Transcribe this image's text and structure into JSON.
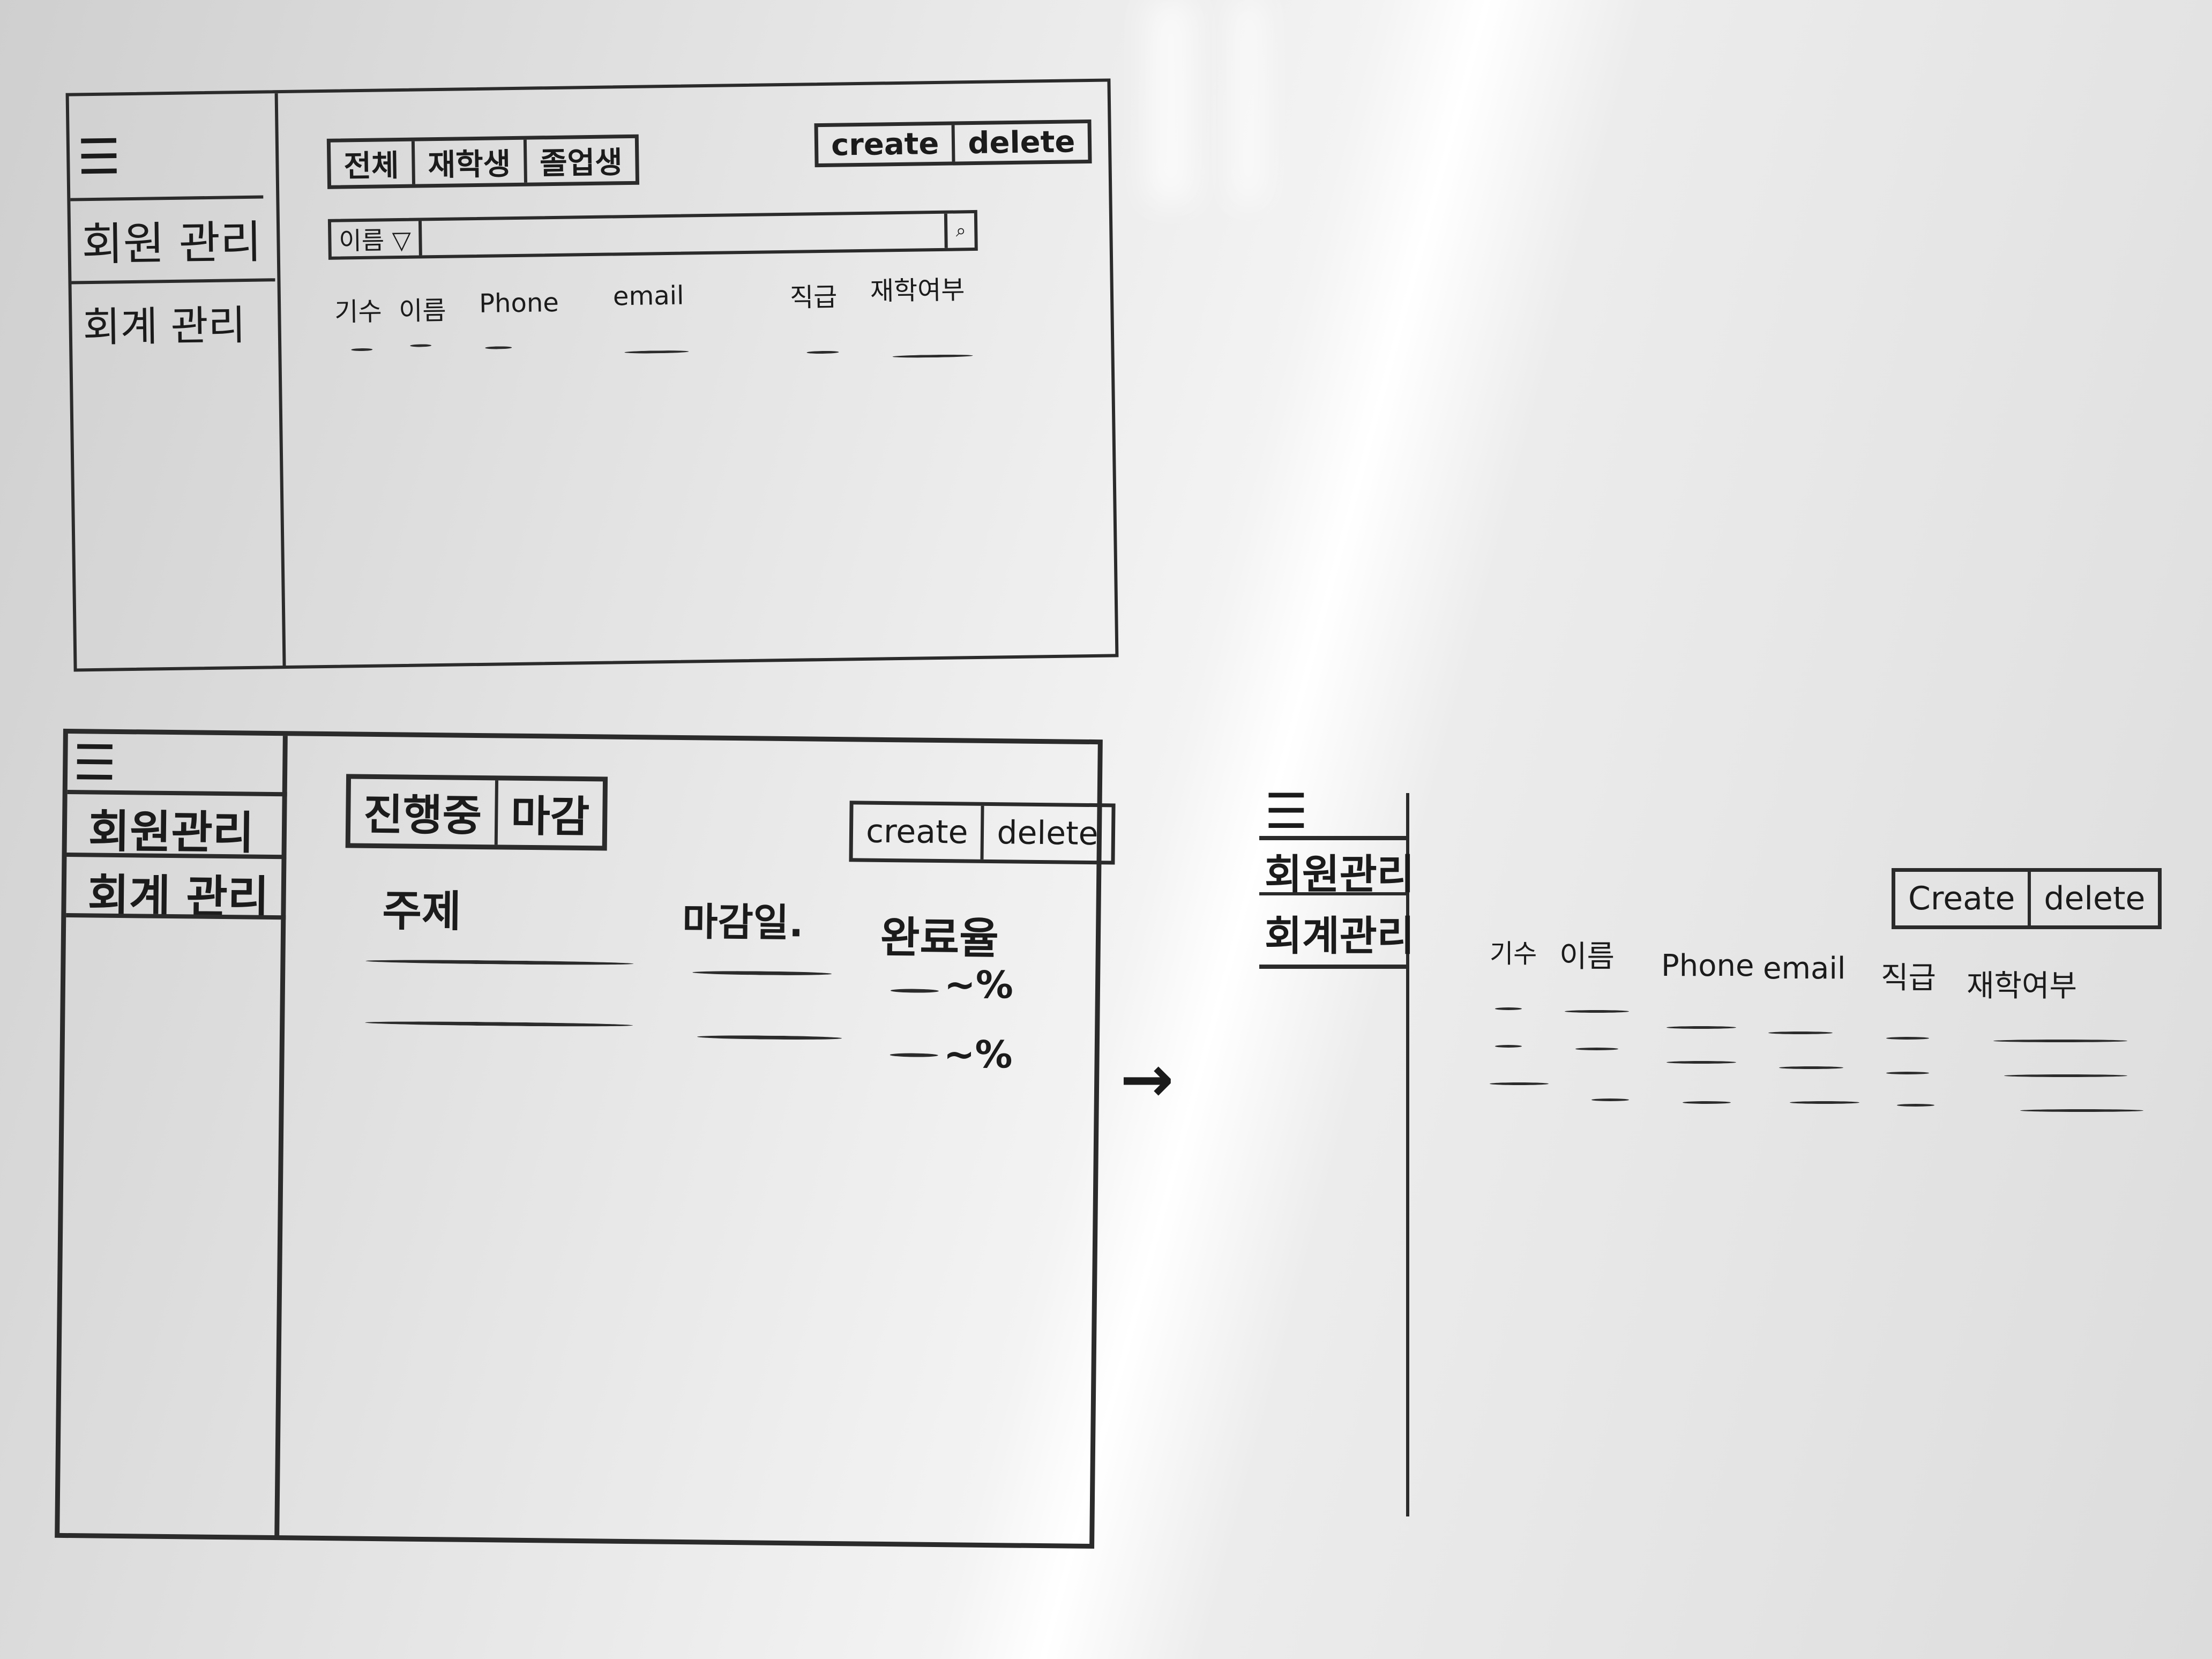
{
  "sketch1": {
    "menu_icon": "hamburger-icon",
    "sidebar": [
      "회원 관리",
      "회계 관리"
    ],
    "filter_tabs": [
      "전체",
      "재학생",
      "졸업생"
    ],
    "actions": [
      "create",
      "delete"
    ],
    "search": {
      "field": "이름 ▽",
      "go_icon": "search-icon"
    },
    "columns": [
      "기수",
      "이름",
      "Phone",
      "email",
      "직급",
      "재학여부"
    ]
  },
  "sketch2": {
    "sidebar": [
      "회원관리",
      "회계 관리"
    ],
    "tabs": [
      "진행중",
      "마감"
    ],
    "actions": [
      "create",
      "delete"
    ],
    "columns": [
      "주제",
      "마감일.",
      "완료율"
    ],
    "rows": [
      {
        "pct": "~%"
      },
      {
        "pct": "~%"
      }
    ]
  },
  "sketch3": {
    "sidebar": [
      "회원관리",
      "회계관리"
    ],
    "actions": [
      "Create",
      "delete"
    ],
    "columns": [
      "기수",
      "이름",
      "Phone",
      "email",
      "직급",
      "재학여부"
    ]
  }
}
